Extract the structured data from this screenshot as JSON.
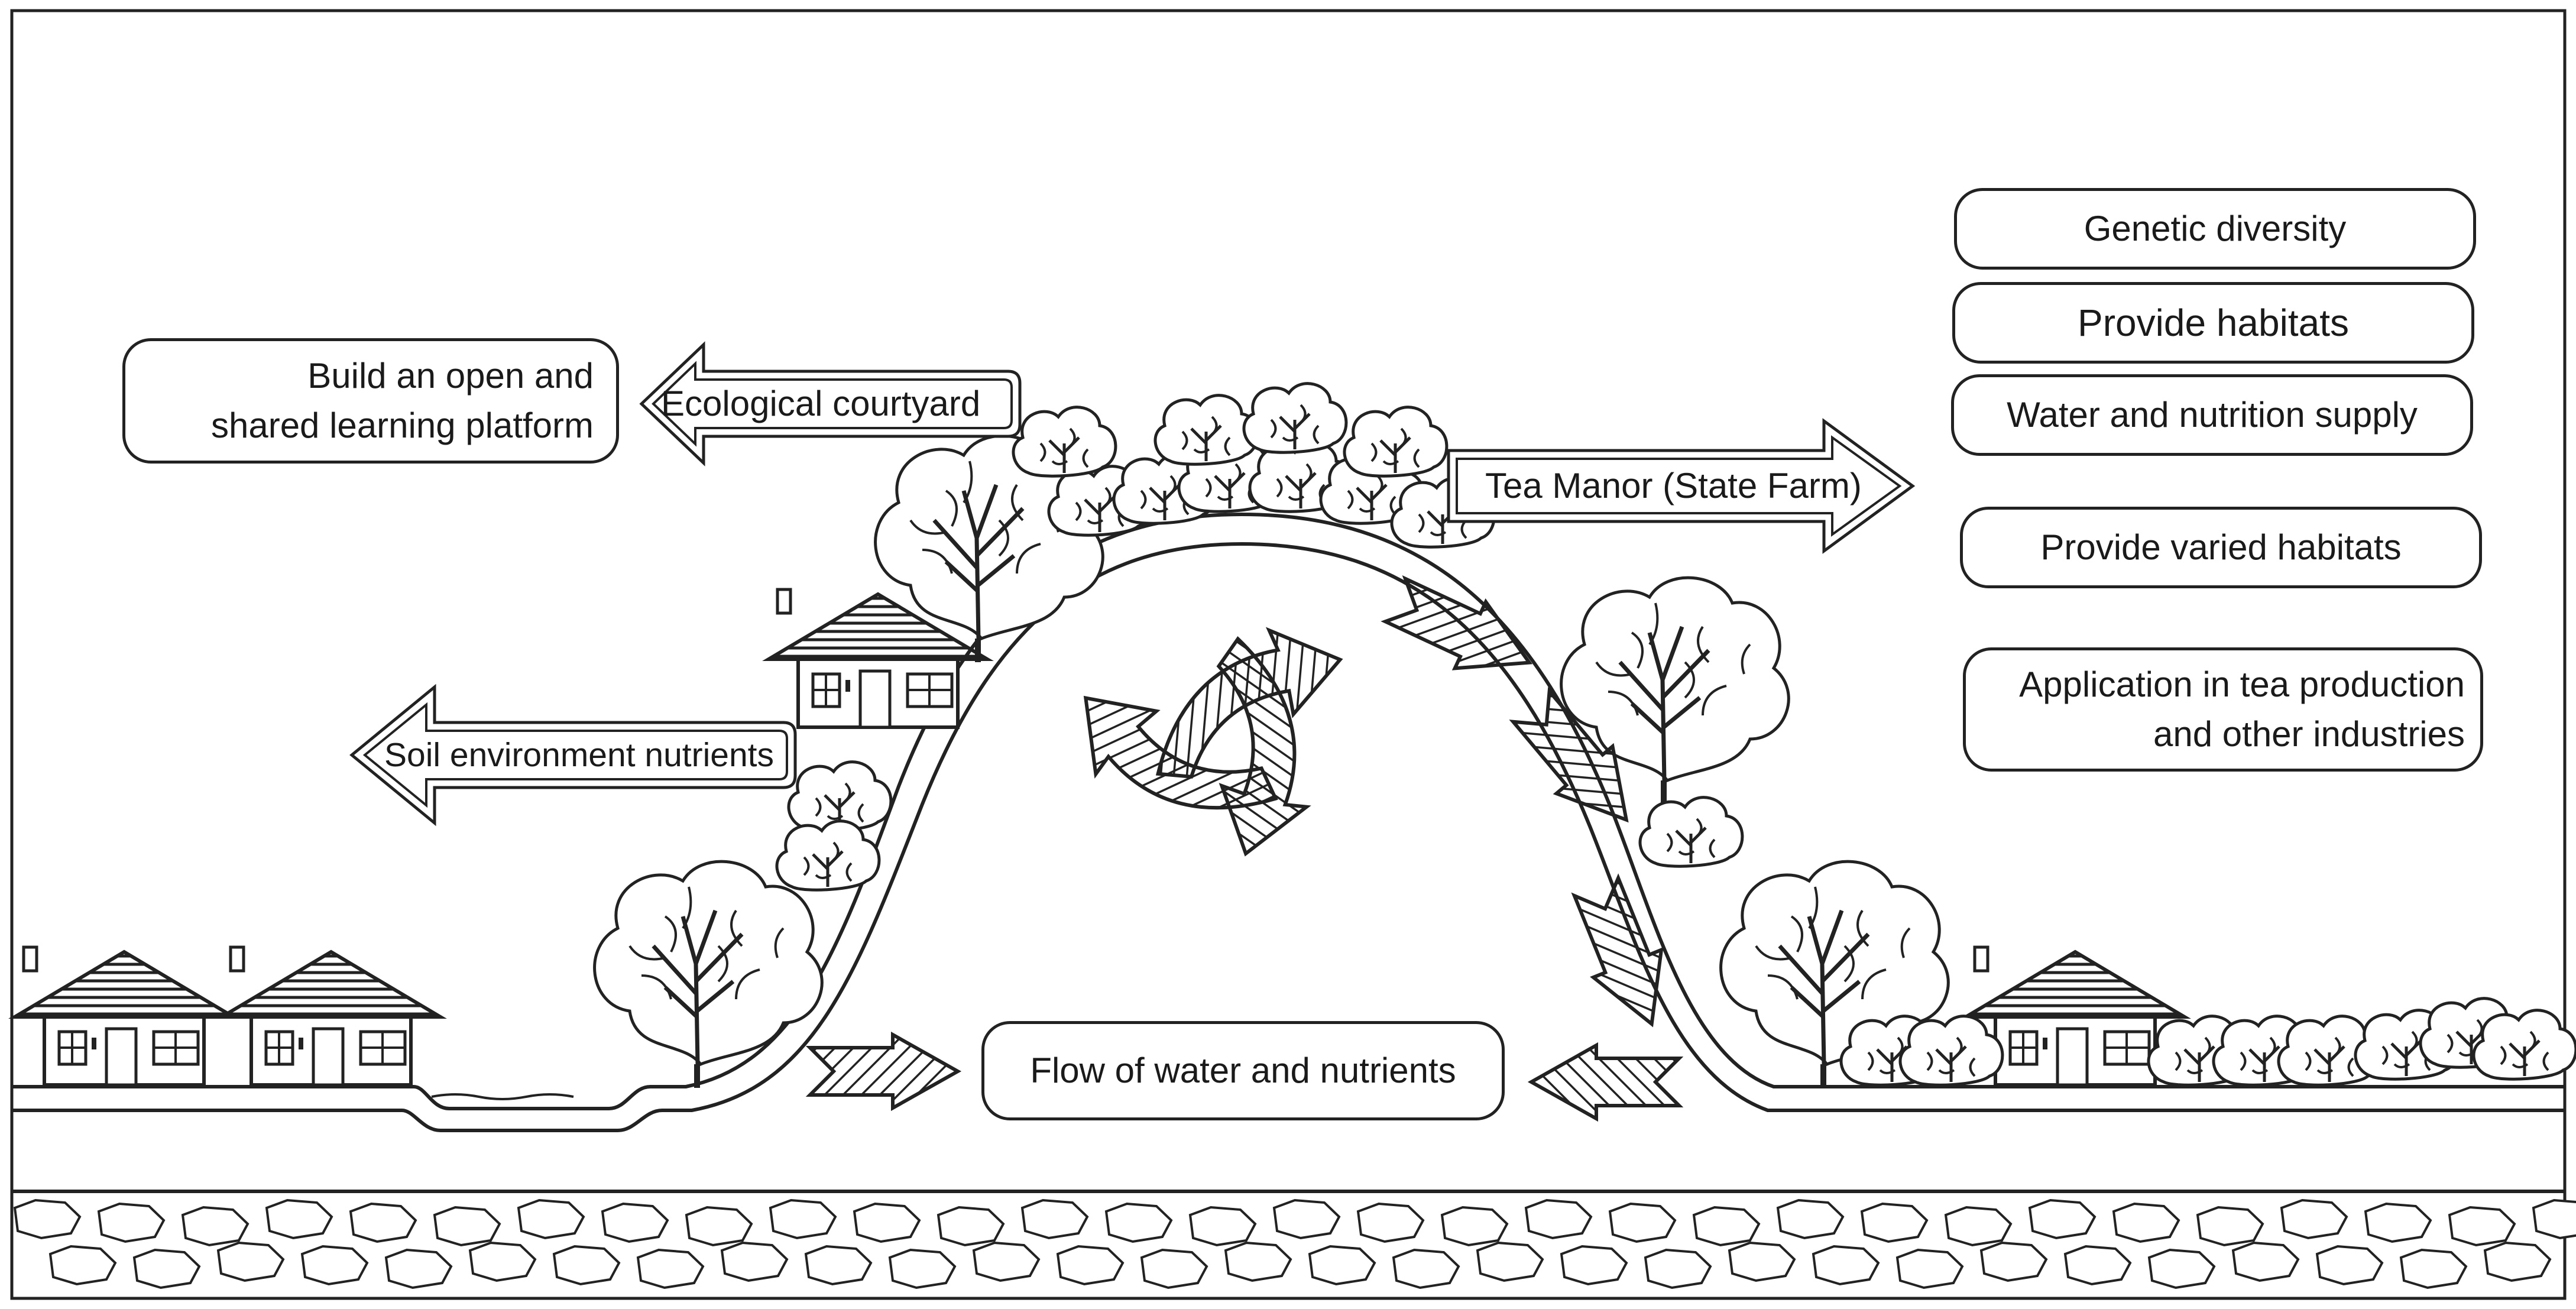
{
  "labels": {
    "left_box": [
      "Build an open and",
      "shared learning platform"
    ],
    "ecological_courtyard": "Ecological courtyard",
    "soil_environment": "Soil environment nutrients",
    "tea_manor": "Tea Manor (State Farm)",
    "flow": "Flow of water and nutrients",
    "right_boxes": [
      "Genetic diversity",
      "Provide habitats",
      "Water and nutrition supply",
      "Provide varied habitats"
    ],
    "application": [
      "Application in tea production",
      "and other industries"
    ]
  },
  "colors": {
    "stroke": "#222222",
    "background": "#ffffff"
  }
}
